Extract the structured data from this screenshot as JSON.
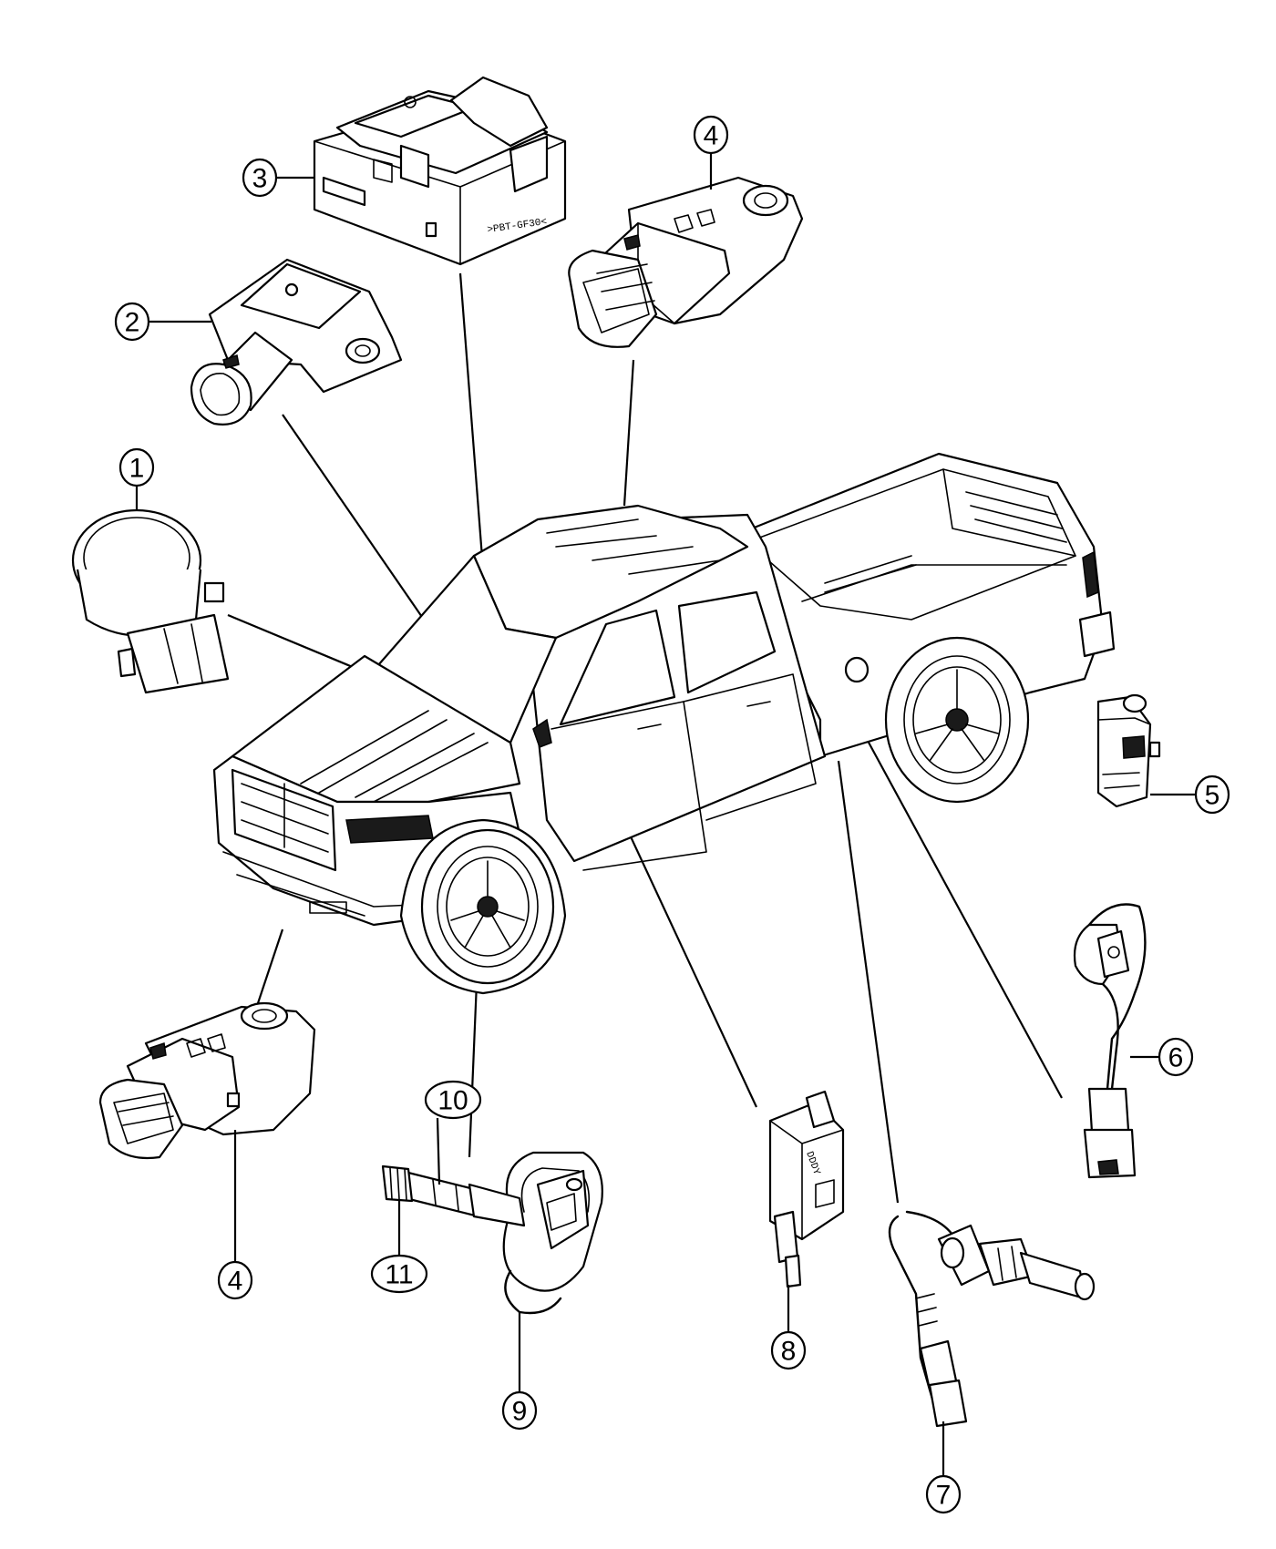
{
  "diagram": {
    "callouts": [
      {
        "id": "c1",
        "label": "1"
      },
      {
        "id": "c2",
        "label": "2"
      },
      {
        "id": "c3",
        "label": "3"
      },
      {
        "id": "c4a",
        "label": "4"
      },
      {
        "id": "c4b",
        "label": "4"
      },
      {
        "id": "c5",
        "label": "5"
      },
      {
        "id": "c6",
        "label": "6"
      },
      {
        "id": "c7",
        "label": "7"
      },
      {
        "id": "c8",
        "label": "8"
      },
      {
        "id": "c9",
        "label": "9"
      },
      {
        "id": "c10",
        "label": "10"
      },
      {
        "id": "c11",
        "label": "11"
      }
    ],
    "part_markings": {
      "module_marking": ">PBT-GF30<",
      "sensor_marking": "DDDY"
    }
  }
}
